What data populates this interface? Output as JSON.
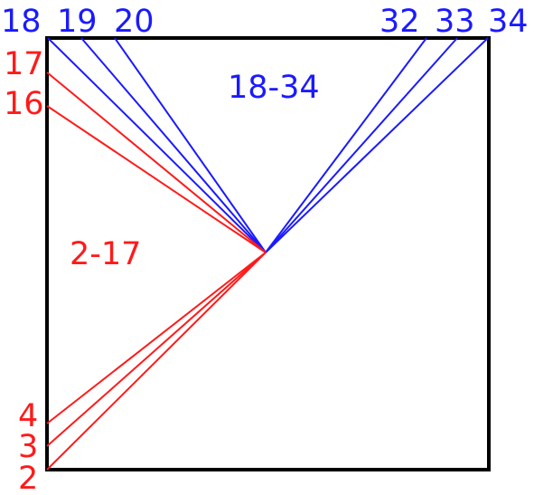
{
  "colors": {
    "top_group": "#1a1aff",
    "left_group": "#ff1a1a",
    "frame": "#000000"
  },
  "top_labels": {
    "l18": "18",
    "l19": "19",
    "l20": "20",
    "l32": "32",
    "l33": "33",
    "l34": "34"
  },
  "left_labels": {
    "l17": "17",
    "l16": "16",
    "l4": "4",
    "l3": "3",
    "l2": "2"
  },
  "region_labels": {
    "top_range": "18-34",
    "left_range": "2-17"
  }
}
